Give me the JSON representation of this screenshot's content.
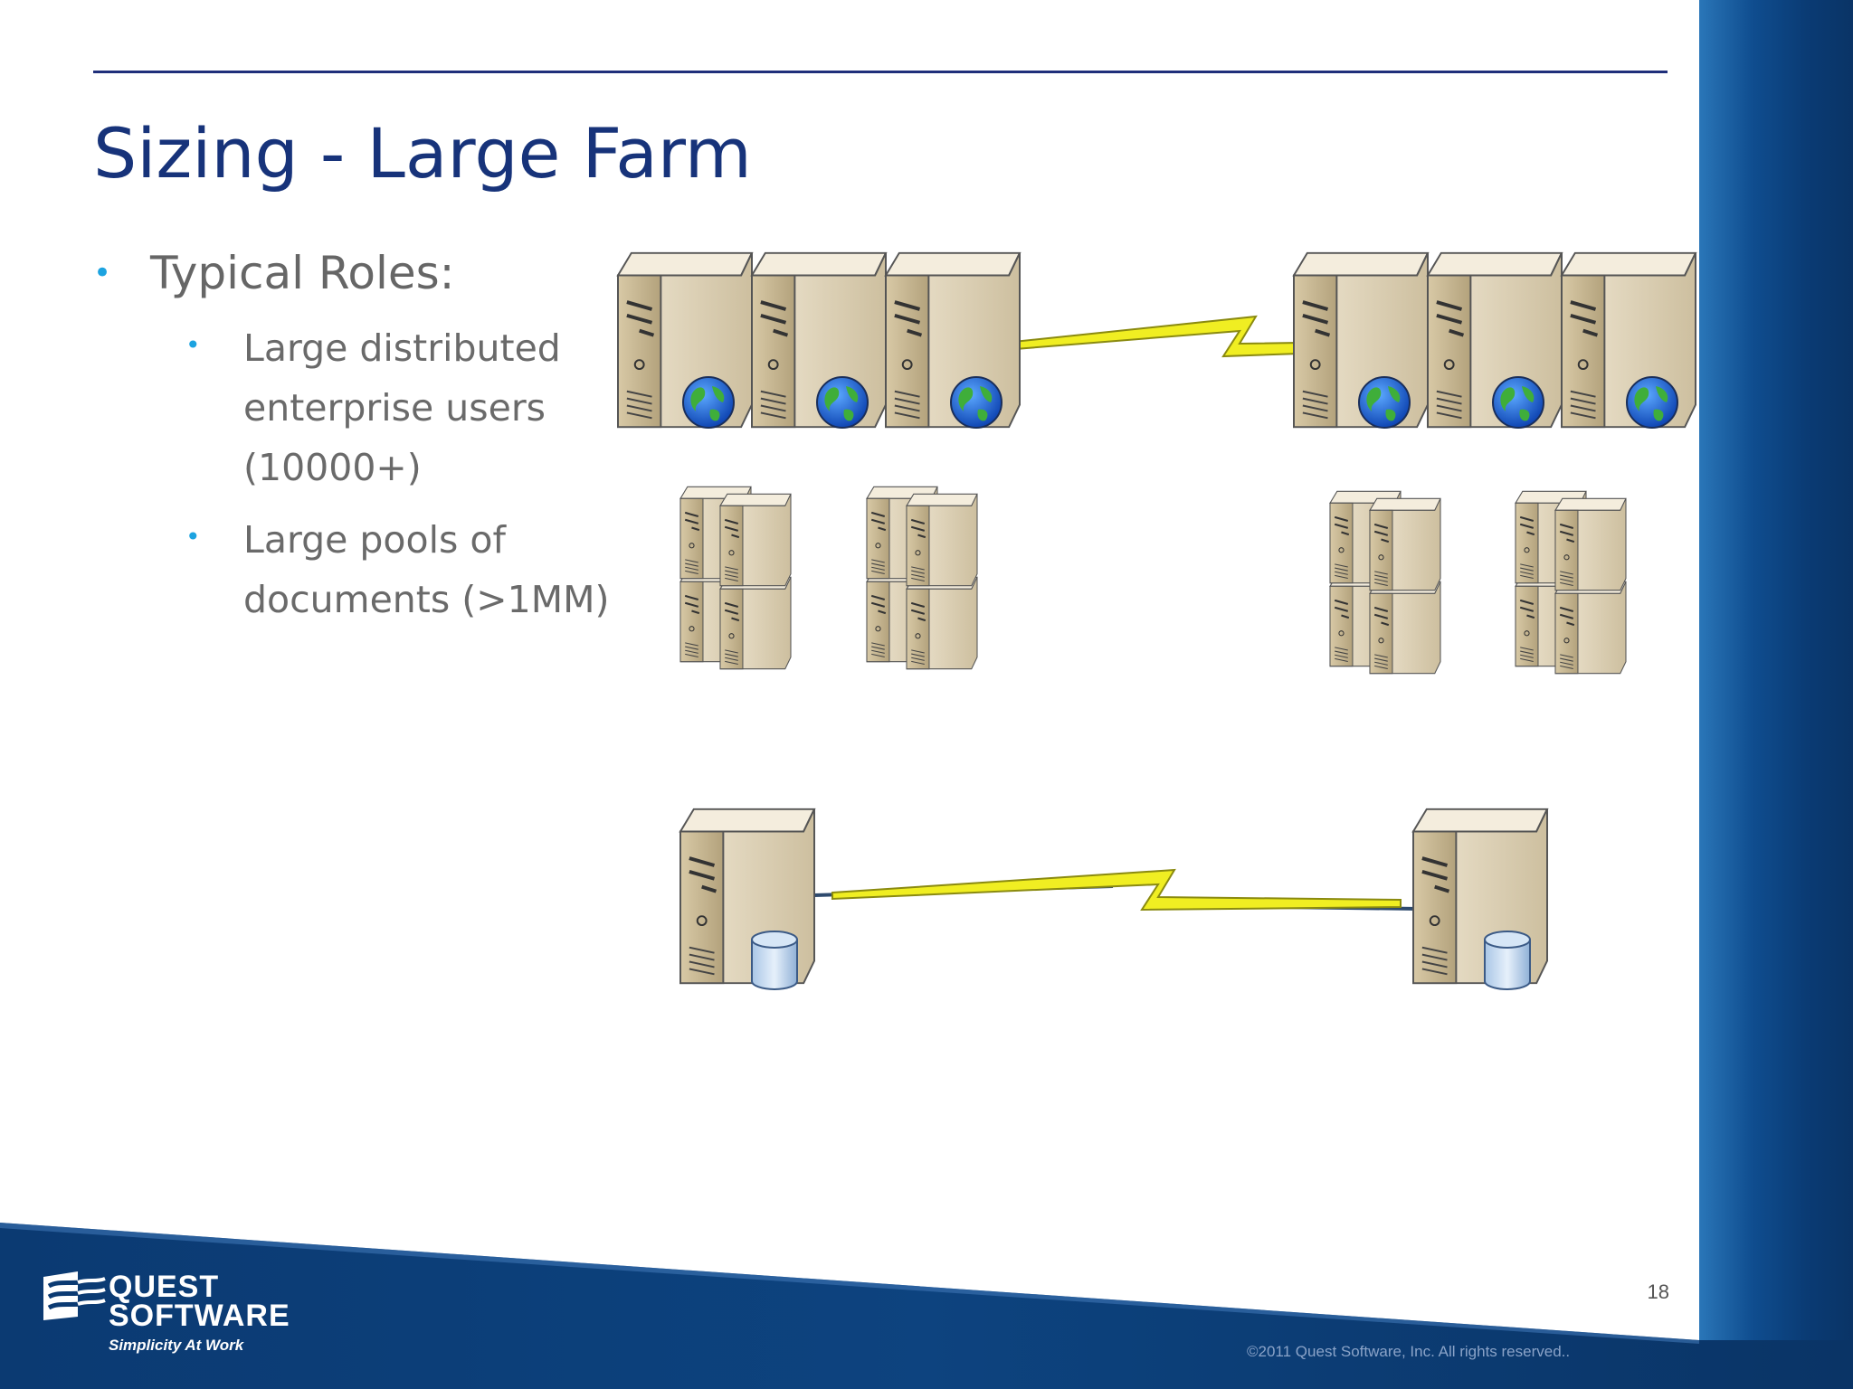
{
  "slide": {
    "title": "Sizing - Large Farm",
    "bullets": [
      {
        "text": "Typical Roles:",
        "level": 1
      },
      {
        "text": "Large distributed enterprise users (10000+)",
        "level": 2
      },
      {
        "text": "Large pools of documents (>1MM)",
        "level": 2
      }
    ]
  },
  "footer": {
    "logo_line1": "QUEST",
    "logo_line2": "SOFTWARE",
    "logo_tagline": "Simplicity At Work",
    "page_number": "18",
    "copyright": "©2011 Quest Software, Inc. All rights reserved.."
  },
  "diagram": {
    "sites": [
      "left-site",
      "right-site"
    ],
    "tiers": [
      {
        "name": "web-front-end",
        "servers_per_site": 3,
        "badge": "globe-icon"
      },
      {
        "name": "application",
        "clusters_per_site": 2,
        "servers_per_cluster": 4
      },
      {
        "name": "database",
        "servers_per_site": 1,
        "badge": "database-icon"
      }
    ],
    "links": [
      "wan-link-web",
      "wan-link-db"
    ]
  }
}
